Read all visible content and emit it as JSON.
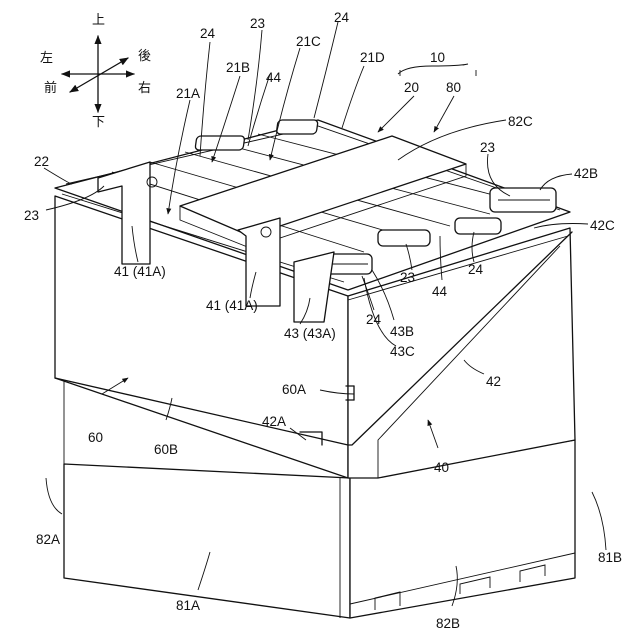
{
  "compass": {
    "up": "上",
    "down": "下",
    "left": "左",
    "right": "右",
    "front": "前",
    "rear": "後"
  },
  "labels": {
    "l10": "10",
    "l20": "20",
    "l80": "80",
    "l82C": "82C",
    "l21D": "21D",
    "l24_top_right": "24",
    "l24_top_left": "24",
    "l23_top": "23",
    "l21C": "21C",
    "l21B": "21B",
    "l44_top": "44",
    "l21A": "21A",
    "l22": "22",
    "l23_left": "23",
    "l23_right": "23",
    "l42B": "42B",
    "l42C": "42C",
    "l41A_left": "41 (41A)",
    "l41A_mid": "41 (41A)",
    "l43A": "43 (43A)",
    "l24_mid": "24",
    "l43B": "43B",
    "l43C": "43C",
    "l23_mid": "23",
    "l44_mid": "44",
    "l24_mid_right": "24",
    "l42": "42",
    "l60A": "60A",
    "l60": "60",
    "l60B": "60B",
    "l42A": "42A",
    "l40": "40",
    "l82A": "82A",
    "l81B": "81B",
    "l81A": "81A",
    "l82B": "82B"
  }
}
